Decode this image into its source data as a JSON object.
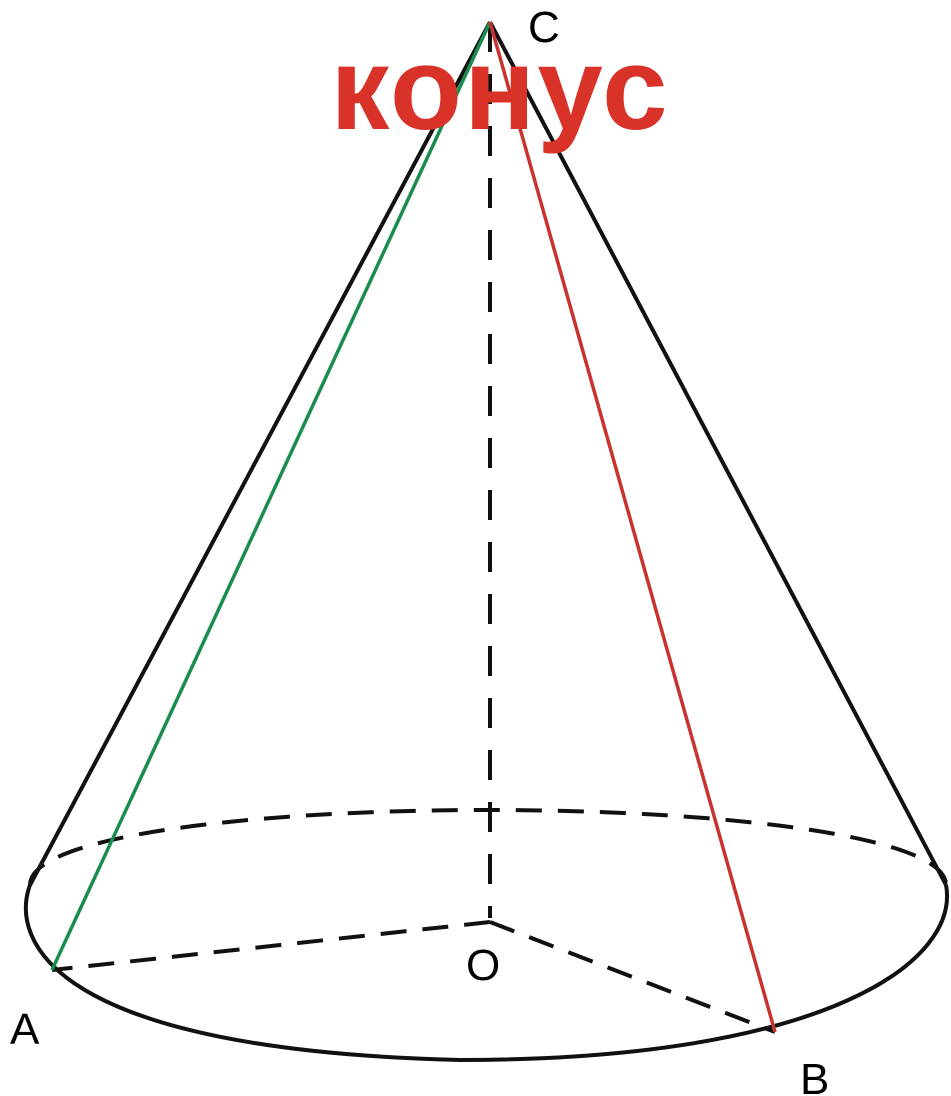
{
  "title": "конус",
  "points": {
    "apex": "C",
    "center": "O",
    "left": "A",
    "right": "B"
  },
  "colors": {
    "title": "#d93229",
    "outline": "#111111",
    "slant_green": "#1a8c4e",
    "slant_red": "#c8322f"
  }
}
